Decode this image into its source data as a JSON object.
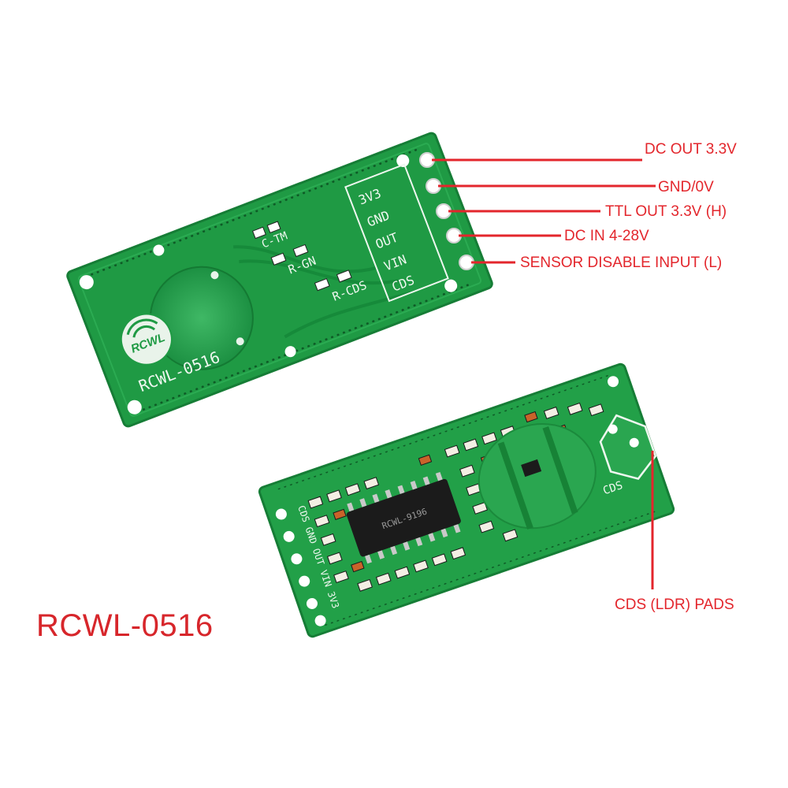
{
  "product_name": "RCWL-0516",
  "front_board": {
    "logo_text": "RCWL",
    "model_silk": "RCWL-0516",
    "silk_labels": [
      "3V3",
      "GND",
      "OUT",
      "VIN",
      "CDS",
      "R-GN",
      "R-CDS",
      "C-TM"
    ]
  },
  "back_board": {
    "ic_marking": "RCWL-9196",
    "cds_silk": "CDS",
    "pin_silk": "CDS GND OUT VIN 3V3"
  },
  "pin_labels": [
    "DC OUT 3.3V",
    "GND/0V",
    "TTL OUT 3.3V (H)",
    "DC IN 4-28V",
    "SENSOR DISABLE INPUT (L)"
  ],
  "cds_callout": "CDS (LDR) PADS",
  "colors": {
    "pcb": "#1f9a44",
    "pcb_dark": "#147a33",
    "callout": "#e3262c",
    "product_label": "#d7262b"
  }
}
